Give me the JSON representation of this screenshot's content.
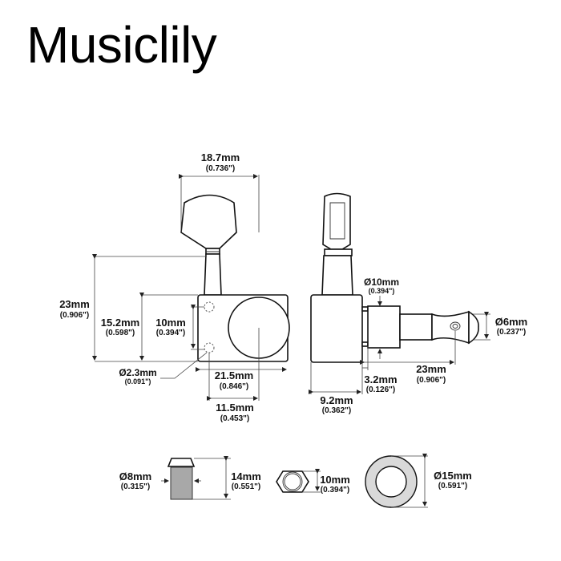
{
  "brand": {
    "title": "Musiclily"
  },
  "front_view": {
    "button_width": {
      "mm": "18.7mm",
      "in": "(0.736\")"
    },
    "total_height": {
      "mm": "23mm",
      "in": "(0.906\")"
    },
    "housing_height": {
      "mm": "15.2mm",
      "in": "(0.598\")"
    },
    "screw_spacing": {
      "mm": "10mm",
      "in": "(0.394\")"
    },
    "screw_hole_diameter": {
      "mm": "Ø2.3mm",
      "in": "(0.091\")"
    },
    "housing_width": {
      "mm": "21.5mm",
      "in": "(0.846\")"
    },
    "hole_to_post": {
      "mm": "11.5mm",
      "in": "(0.453\")"
    }
  },
  "side_view": {
    "bushing_diameter": {
      "mm": "Ø10mm",
      "in": "(0.394\")"
    },
    "post_diameter": {
      "mm": "Ø6mm",
      "in": "(0.237\")"
    },
    "post_length": {
      "mm": "23mm",
      "in": "(0.906\")"
    },
    "pin_offset": {
      "mm": "3.2mm",
      "in": "(0.126\")"
    },
    "housing_depth": {
      "mm": "9.2mm",
      "in": "(0.362\")"
    }
  },
  "hardware": {
    "bushing": {
      "diameter": {
        "mm": "Ø8mm",
        "in": "(0.315\")"
      },
      "height": {
        "mm": "14mm",
        "in": "(0.551\")"
      }
    },
    "hex_nut": {
      "size": {
        "mm": "10mm",
        "in": "(0.394\")"
      }
    },
    "washer": {
      "diameter": {
        "mm": "Ø15mm",
        "in": "(0.591\")"
      }
    }
  },
  "colors": {
    "line": "#111111",
    "thread_fill": "#a8a8a8",
    "washer_fill": "#d9d9d9"
  }
}
